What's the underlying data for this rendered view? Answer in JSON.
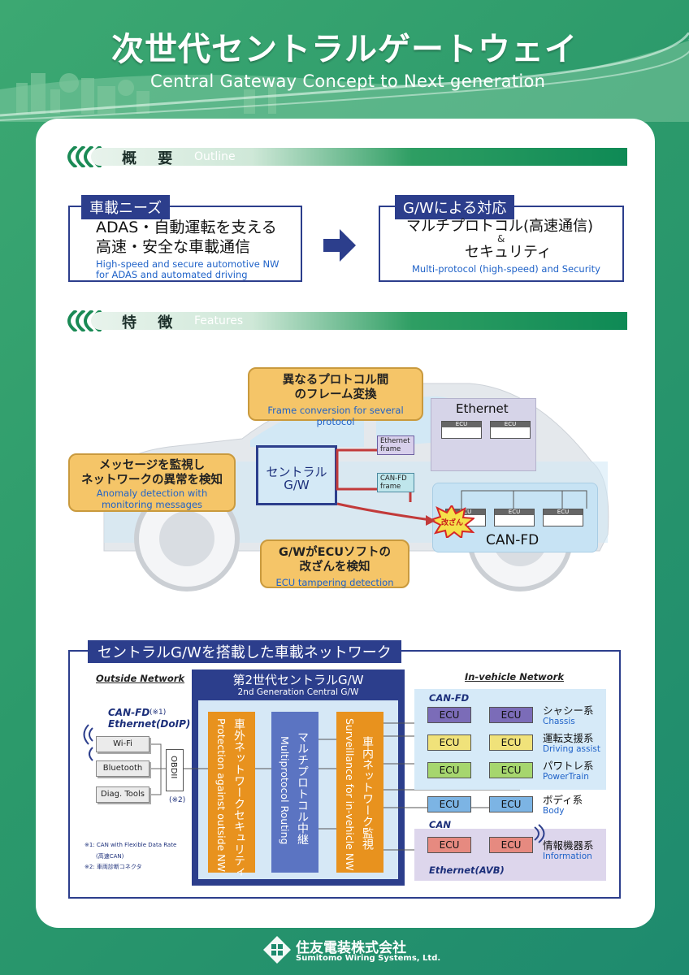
{
  "header": {
    "title_jp": "次世代セントラルゲートウェイ",
    "title_en": "Central Gateway Concept to Next generation"
  },
  "outline": {
    "band_jp": "概 要",
    "band_en": "Outline",
    "needs": {
      "tag": "車載ニーズ",
      "line1": "ADAS・自動運転を支える",
      "line2": "高速・安全な車載通信",
      "en1": "High-speed and secure automotive NW",
      "en2": "for ADAS and automated driving"
    },
    "response": {
      "tag": "G/Wによる対応",
      "line1": "マルチプロトコル(高速通信)",
      "amp": "&",
      "line2": "セキュリティ",
      "en": "Multi-protocol (high-speed)  and Security"
    }
  },
  "features": {
    "band_jp": "特 徴",
    "band_en": "Features",
    "callout_top": {
      "jp1": "異なるプロトコル間",
      "jp2": "のフレーム変換",
      "en": "Frame conversion for several protocol"
    },
    "callout_left": {
      "jp1": "メッセージを監視し",
      "jp2": "ネットワークの異常を検知",
      "en1": "Anomaly detection with",
      "en2": "monitoring messages"
    },
    "callout_bottom": {
      "jp1": "G/WがECUソフトの",
      "jp2": "改ざんを検知",
      "en": "ECU tampering detection"
    },
    "gateway_jp1": "セントラル",
    "gateway_jp2": "G/W",
    "ethernet_label": "Ethernet",
    "canfd_label": "CAN-FD",
    "ethernet_frame1": "Ethernet",
    "ethernet_frame2": "frame",
    "canfd_frame1": "CAN-FD",
    "canfd_frame2": "frame",
    "ecu": "ECU",
    "tamper": "改ざん"
  },
  "network": {
    "title": "セントラルG/Wを搭載した車載ネットワーク",
    "outside_label": "Outside Network",
    "invehicle_label": "In-vehicle Network",
    "gw_title_jp": "第2世代セントラルG/W",
    "gw_title_en": "2nd Generation Central G/W",
    "col1_jp": "車外ネットワークセキュリティ",
    "col1_en": "Protection against outside NW",
    "col2_jp": "マルチプロトコル中継",
    "col2_en": "Multiprotocol Routing",
    "col3_jp": "車内ネットワーク監視",
    "col3_en": "Surveillance for in-vehicle NW",
    "canfd_doip_1": "CAN-FD",
    "note_mark1": "(※1)",
    "canfd_doip_2": "Ethernet(DoIP)",
    "devices": [
      "Wi-Fi",
      "Bluetooth",
      "Diag. Tools"
    ],
    "obd": "OBDII",
    "obd_note": "(※2)",
    "footnote1a": "※1: CAN with Flexible Data Rate",
    "footnote1b": "(高速CAN)",
    "footnote2": "※2: 車両診断コネクタ",
    "canfd_group": "CAN-FD",
    "can_group": "CAN",
    "eth_avb": "Ethernet(AVB)",
    "ecu": "ECU",
    "systems": [
      {
        "jp": "シャシー系",
        "en": "Chassis"
      },
      {
        "jp": "運転支援系",
        "en": "Driving assist"
      },
      {
        "jp": "パワトレ系",
        "en": "PowerTrain"
      },
      {
        "jp": "ボディ系",
        "en": "Body"
      },
      {
        "jp": "情報機器系",
        "en": "Information"
      }
    ]
  },
  "footer": {
    "company_jp": "住友電装株式会社",
    "company_en": "Sumitomo Wiring Systems, Ltd."
  },
  "colors": {
    "navy": "#2c3e8c",
    "orange": "#e8921e",
    "green": "#2c9a6b",
    "callout": "#f5c568"
  }
}
